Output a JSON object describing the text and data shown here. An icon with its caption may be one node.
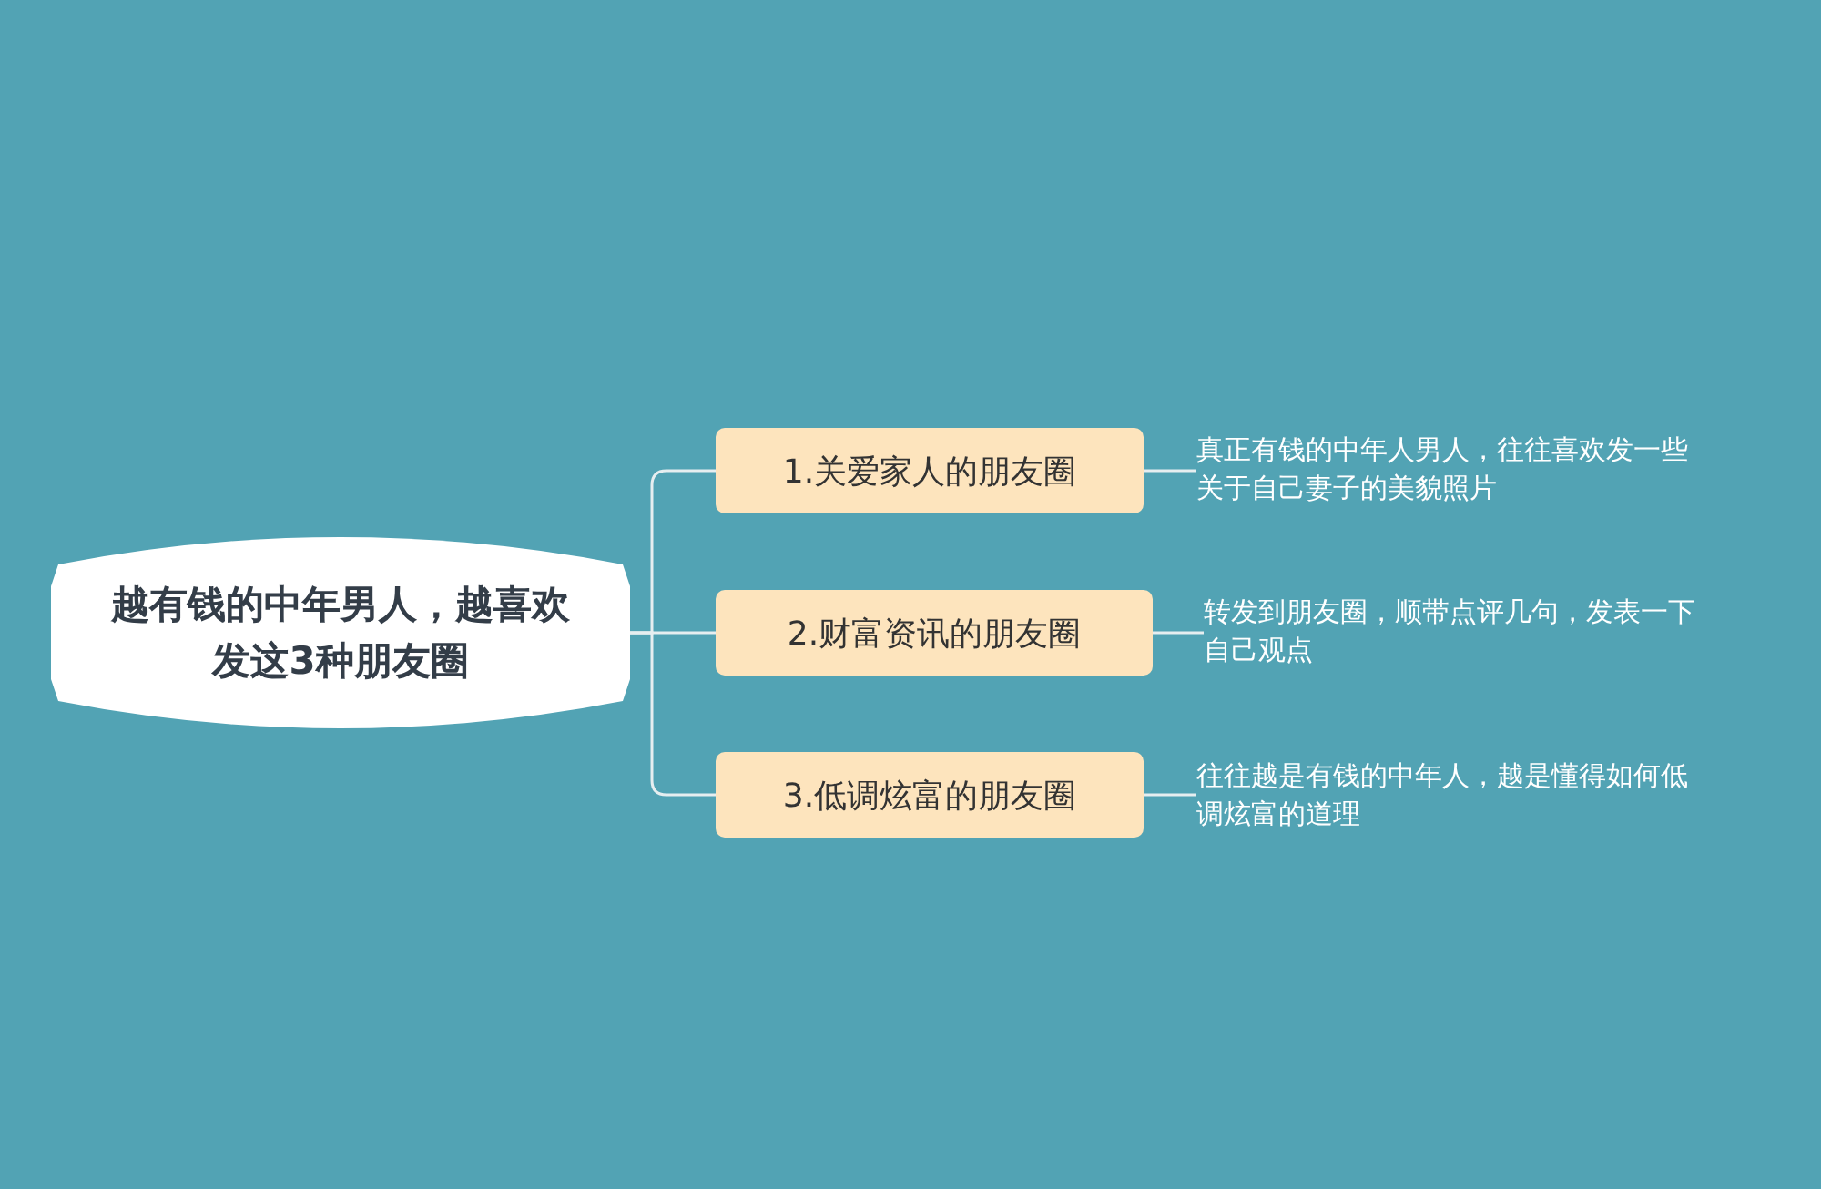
{
  "diagram": {
    "nodes": [
      {
        "text": [
          "越有钱的中年男人，越喜欢发这3种朋友圈"
        ]
      },
      {
        "text": [
          "1.关爱家人的朋友圈"
        ]
      },
      {
        "text": [
          "2.财富资讯的朋友圈"
        ]
      },
      {
        "text": [
          "3.低调炫富的朋友圈"
        ]
      },
      {
        "text": [
          "真正有钱的中年人男人，往往喜欢发一些关于自己妻子的美貌照片"
        ]
      },
      {
        "text": [
          "转发到朋友圈，顺带点评几句，发表一下自己观点"
        ]
      },
      {
        "text": [
          "往往越是有钱的中年人，越是懂得如何低调炫富的道理"
        ]
      }
    ],
    "edges": [
      {
        "from": 0,
        "to": 1,
        "arrow": "none"
      },
      {
        "from": 0,
        "to": 2,
        "arrow": "none"
      },
      {
        "from": 0,
        "to": 3,
        "arrow": "none"
      },
      {
        "from": 1,
        "to": 4,
        "arrow": "none"
      },
      {
        "from": 2,
        "to": 5,
        "arrow": "none"
      },
      {
        "from": 3,
        "to": 6,
        "arrow": "none"
      }
    ]
  }
}
